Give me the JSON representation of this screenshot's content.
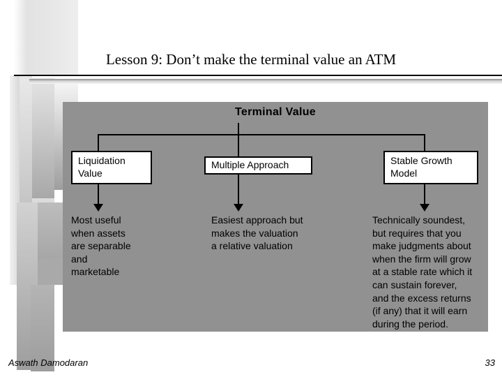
{
  "slide": {
    "title": "Lesson 9: Don’t make the terminal value an ATM",
    "root_label": "Terminal Value",
    "panel_color": "#919191",
    "branches": [
      {
        "id": "liquidation",
        "box_label": "Liquidation\nValue",
        "description": "Most useful\nwhen assets\nare separable\nand\nmarketable"
      },
      {
        "id": "multiple",
        "box_label": "Multiple Approach",
        "description": "Easiest approach but\nmakes the valuation\na relative valuation"
      },
      {
        "id": "stable-growth",
        "box_label": "Stable Growth\nModel",
        "description": "Technically soundest,\nbut requires that you\nmake judgments about\nwhen the firm will grow\nat a stable rate which it\ncan sustain forever,\nand the excess returns\n(if any) that it will earn\nduring the period."
      }
    ]
  },
  "footer": {
    "author": "Aswath Damodaran",
    "page_number": "33"
  }
}
